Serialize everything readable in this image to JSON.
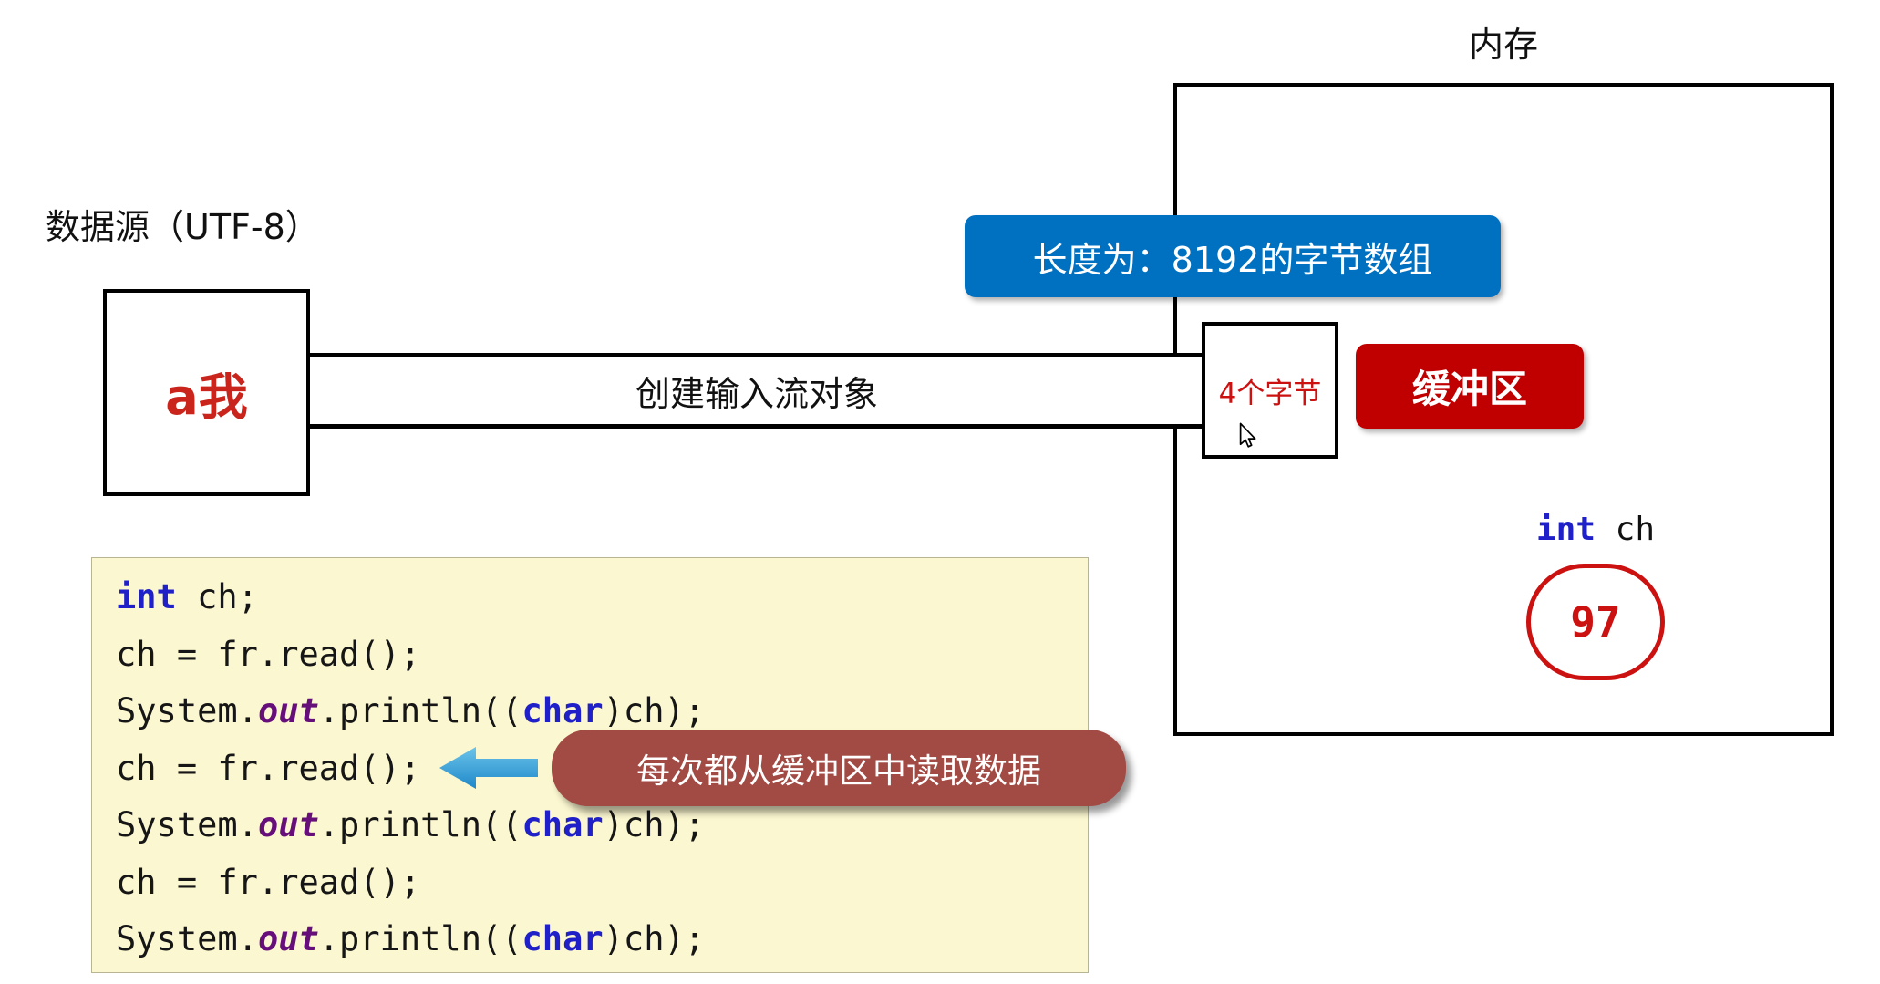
{
  "memory": {
    "title": "内存",
    "array_badge": "长度为：8192的字节数组",
    "four_bytes": "4个字节",
    "buffer_label": "缓冲区",
    "var_keyword": "int",
    "var_name": " ch",
    "value": "97"
  },
  "source": {
    "label": "数据源（UTF-8）",
    "content": "a我"
  },
  "pipe": {
    "label": "创建输入流对象"
  },
  "callout": {
    "text": "每次都从缓冲区中读取数据"
  },
  "code": {
    "lines": [
      {
        "segments": [
          {
            "t": "int",
            "c": "kw"
          },
          {
            "t": " ch;",
            "c": ""
          }
        ]
      },
      {
        "segments": [
          {
            "t": "ch = fr.read();",
            "c": ""
          }
        ]
      },
      {
        "segments": [
          {
            "t": "System.",
            "c": ""
          },
          {
            "t": "out",
            "c": "field"
          },
          {
            "t": ".println((",
            "c": ""
          },
          {
            "t": "char",
            "c": "kw"
          },
          {
            "t": ")ch);",
            "c": ""
          }
        ]
      },
      {
        "segments": [
          {
            "t": "ch = fr.read();",
            "c": ""
          }
        ]
      },
      {
        "segments": [
          {
            "t": "System.",
            "c": ""
          },
          {
            "t": "out",
            "c": "field"
          },
          {
            "t": ".println((",
            "c": ""
          },
          {
            "t": "char",
            "c": "kw"
          },
          {
            "t": ")ch);",
            "c": ""
          }
        ]
      },
      {
        "segments": [
          {
            "t": "ch = fr.read();",
            "c": ""
          }
        ]
      },
      {
        "segments": [
          {
            "t": "System.",
            "c": ""
          },
          {
            "t": "out",
            "c": "field"
          },
          {
            "t": ".println((",
            "c": ""
          },
          {
            "t": "char",
            "c": "kw"
          },
          {
            "t": ")ch);",
            "c": ""
          }
        ]
      }
    ]
  },
  "colors": {
    "array_badge_blue": "#0070C0",
    "buffer_red": "#C00000",
    "callout_red": "#A24A44",
    "value_red": "#CC1111",
    "source_red": "#C9251C",
    "keyword_blue": "#2020C8",
    "field_purple": "#660E7A",
    "code_bg": "#FBF7D0"
  },
  "icons": {
    "arrow_left": "arrow-left-icon",
    "mouse_cursor": "mouse-cursor-icon"
  }
}
